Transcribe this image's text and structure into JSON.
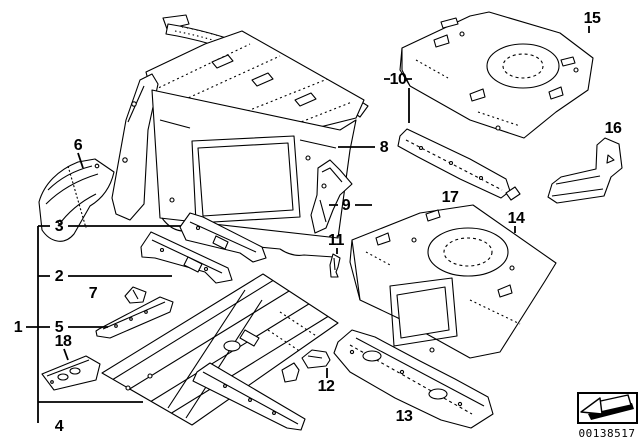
{
  "figure": {
    "type": "parts-diagram",
    "background_color": "#ffffff",
    "line_color": "#000000",
    "description_visible_text_only": true
  },
  "callouts": [
    {
      "label": "1"
    },
    {
      "label": "2"
    },
    {
      "label": "3"
    },
    {
      "label": "4"
    },
    {
      "label": "5"
    },
    {
      "label": "6"
    },
    {
      "label": "7"
    },
    {
      "label": "8"
    },
    {
      "label": "9"
    },
    {
      "label": "10"
    },
    {
      "label": "11"
    },
    {
      "label": "12"
    },
    {
      "label": "13"
    },
    {
      "label": "14"
    },
    {
      "label": "15"
    },
    {
      "label": "16"
    },
    {
      "label": "17"
    },
    {
      "label": "18"
    }
  ],
  "stamp": {
    "number": "00138517",
    "icon": "return-arrow-icon"
  }
}
